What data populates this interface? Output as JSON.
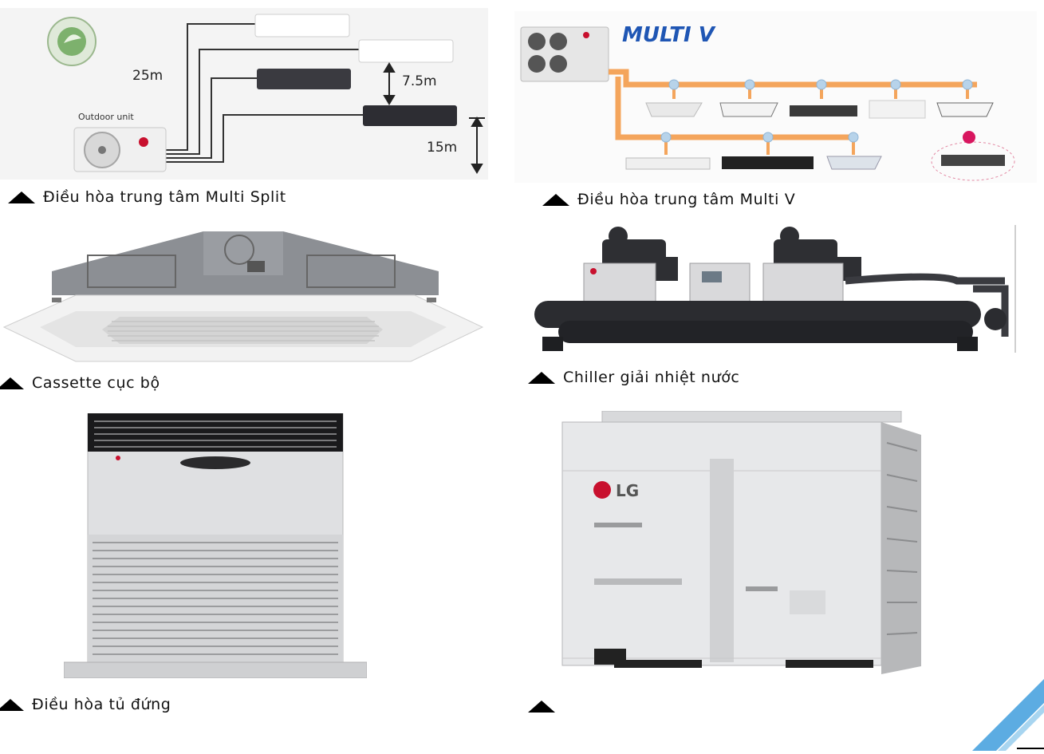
{
  "captions": {
    "multi_split": "Điều hòa trung tâm Multi Split",
    "multi_v": "Điều hòa trung tâm Multi V",
    "cassette": "Cassette cục bộ",
    "chiller": "Chiller giải nhiệt nước",
    "floor_standing": "Điều hòa tủ đứng",
    "vrf_outdoor": ""
  },
  "multi_split_diagram": {
    "outdoor_label": "Outdoor unit",
    "pipe_length": "25m",
    "height_between_indoor": "7.5m",
    "height_outdoor_indoor": "15m"
  },
  "multi_v_diagram": {
    "logo_text": "MULTI V"
  },
  "brand": {
    "lg_text": "LG"
  },
  "colors": {
    "pipe_orange": "#f4a55c",
    "lg_red": "#c8102e",
    "multi_v_blue": "#1f56b4",
    "watermark_blue": "#4aa3df"
  }
}
